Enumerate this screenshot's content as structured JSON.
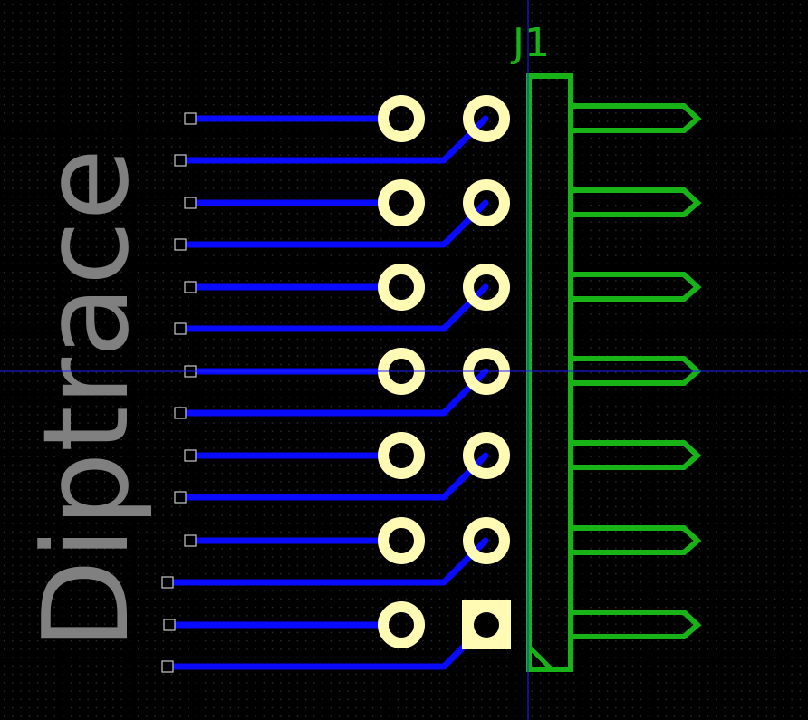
{
  "board": {
    "background_color": "#000000",
    "grid_dot_color": "#3c3c3c",
    "crosshair_color": "#2020ff"
  },
  "component": {
    "ref_label": "J1",
    "silk_color": "#17b317",
    "pin_count": 14
  },
  "logo": {
    "text": "Diptrace",
    "color": "#808080"
  },
  "colors": {
    "pad": "#fffbb5",
    "hole": "#000000",
    "trace": "#0a0aff",
    "trace_end_pad": "#c8c8c8"
  }
}
